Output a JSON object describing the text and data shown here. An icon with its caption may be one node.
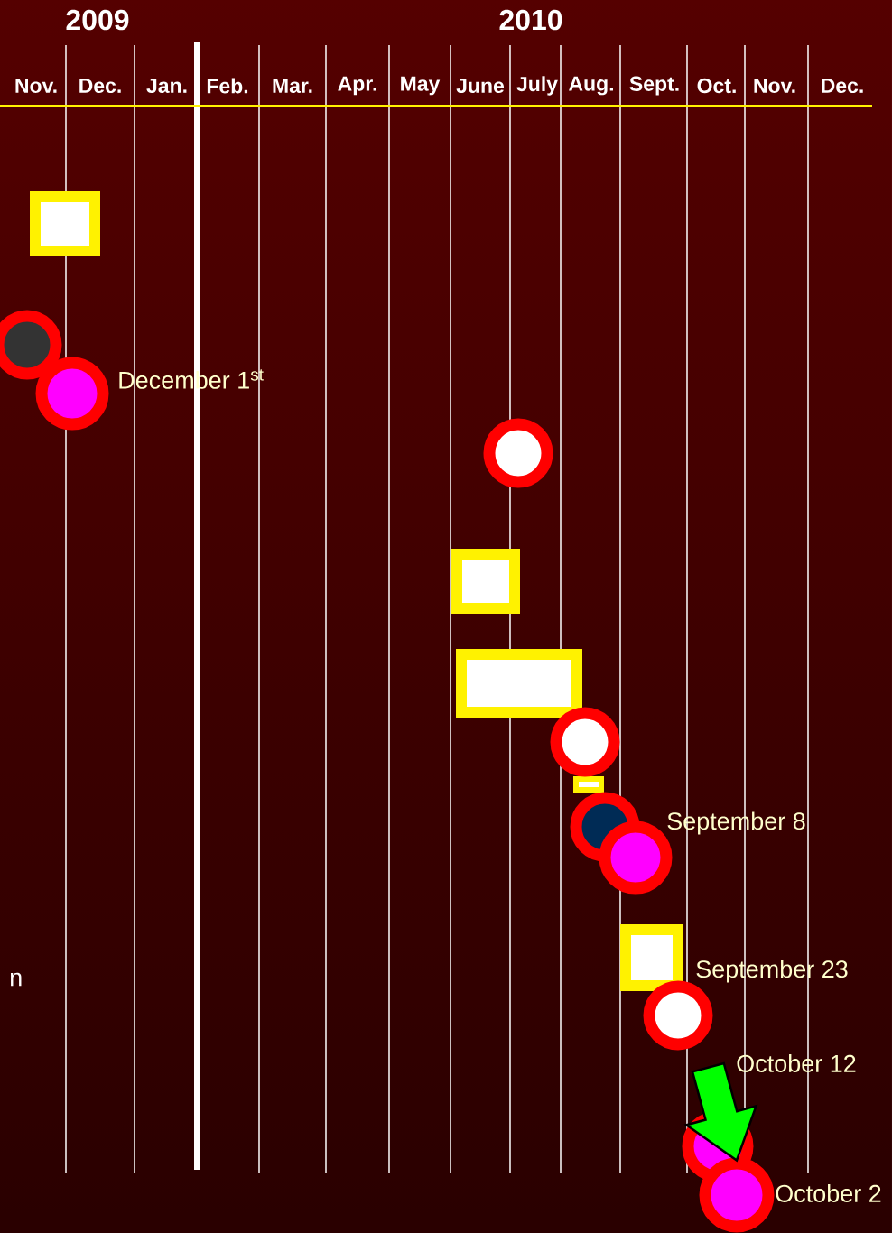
{
  "diagram": {
    "nodes": [
      {
        "text": [],
        "shape": "box"
      },
      {
        "text": [],
        "shape": "circle"
      },
      {
        "text": [],
        "shape": "circle",
        "beside": [
          "December 1$^{st}$"
        ]
      },
      {
        "text": [],
        "shape": "circle"
      },
      {
        "text": [],
        "shape": "box"
      },
      {
        "text": [],
        "shape": "box"
      },
      {
        "text": [],
        "shape": "circle"
      },
      {
        "text": [],
        "shape": "bar"
      },
      {
        "text": [],
        "shape": "circle"
      },
      {
        "text": [],
        "shape": "circle",
        "beside": [
          "September 8"
        ]
      },
      {
        "text": [],
        "shape": "box",
        "beside": [
          "September 23"
        ]
      },
      {
        "text": [],
        "shape": "circle"
      },
      {
        "text": [],
        "shape": "circle",
        "beside": [
          "October 12"
        ]
      },
      {
        "text": [],
        "shape": "circle",
        "beside": [
          "October 2"
        ]
      }
    ],
    "edges": [
      {
        "from": null,
        "to": 13,
        "arrow": "to",
        "color": "#00ff00"
      }
    ],
    "labels": [
      "2009",
      "2010",
      "Nov.",
      "Dec.",
      "Jan.",
      "Feb.",
      "Mar.",
      "Apr.",
      "May",
      "June",
      "July",
      "Aug.",
      "Sept.",
      "Oct.",
      "Nov.",
      "Dec.",
      "n"
    ]
  }
}
